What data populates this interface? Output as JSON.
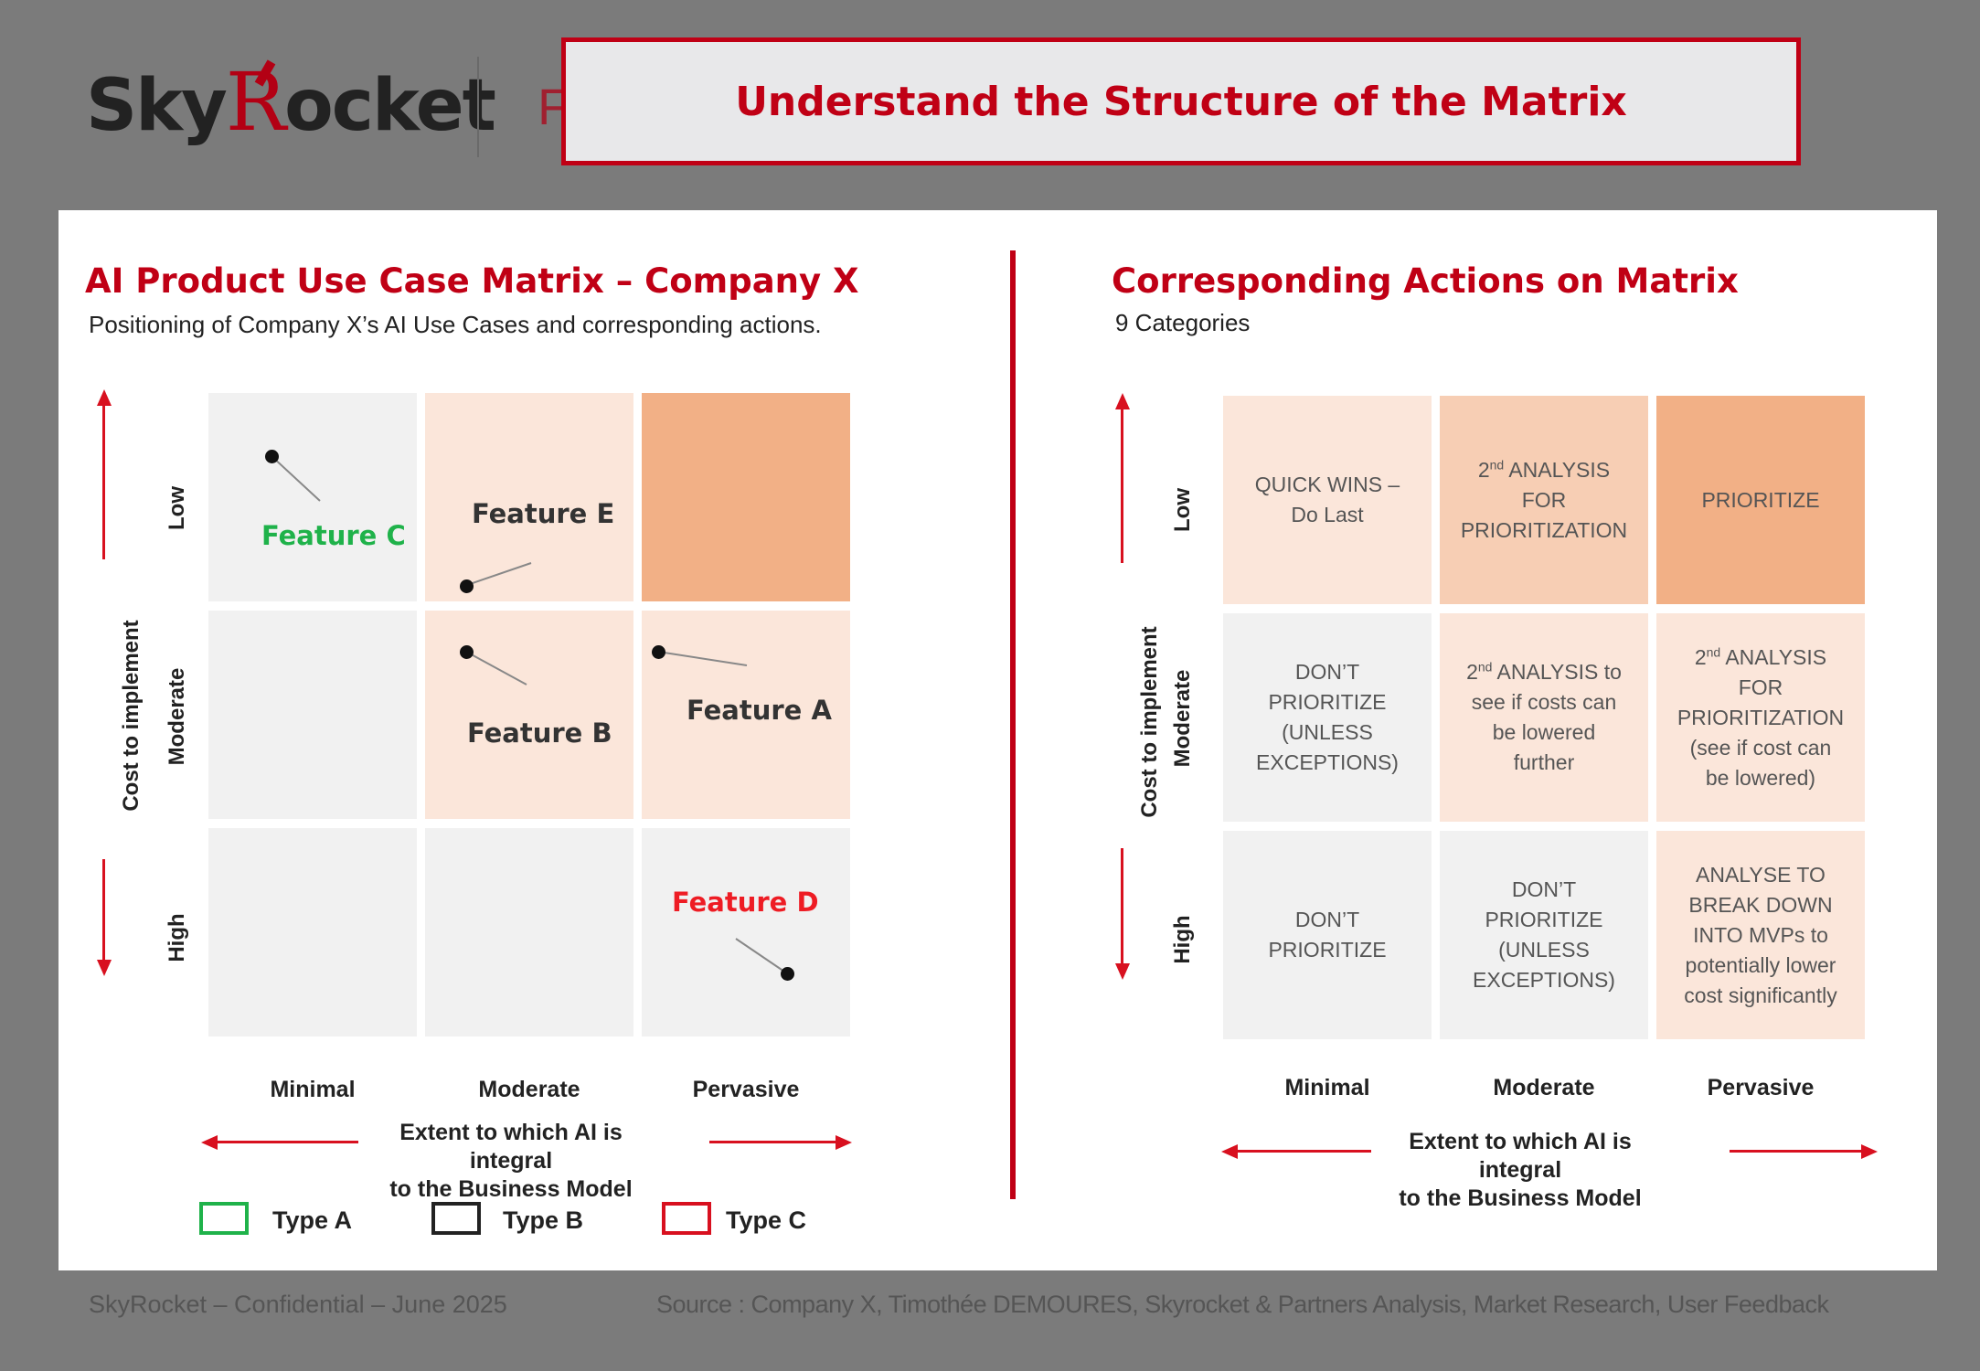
{
  "header": {
    "logo_left": "Sky",
    "logo_r": "R",
    "logo_right": "ocket",
    "hidden_letter": "F",
    "title": "Understand the Structure of the Matrix"
  },
  "left": {
    "title": "AI Product Use Case Matrix – Company X",
    "subtitle": "Positioning of Company X’s AI Use Cases and corresponding actions.",
    "y_axis_label": "Cost to implement",
    "rows": [
      "Low",
      "Moderate",
      "High"
    ],
    "columns": [
      "Minimal",
      "Moderate",
      "Pervasive"
    ],
    "x_axis_label_1": "Extent to which AI is integral",
    "x_axis_label_2": "to the Business Model",
    "features": {
      "c": "Feature C",
      "e": "Feature E",
      "b": "Feature B",
      "a": "Feature A",
      "d": "Feature D"
    },
    "legend": {
      "a": "Type A",
      "b": "Type B",
      "c": "Type C"
    }
  },
  "right": {
    "title": "Corresponding Actions on Matrix",
    "subtitle": "9 Categories",
    "y_axis_label": "Cost to implement",
    "rows": [
      "Low",
      "Moderate",
      "High"
    ],
    "columns": [
      "Minimal",
      "Moderate",
      "Pervasive"
    ],
    "x_axis_label_1": "Extent to which AI is integral",
    "x_axis_label_2": "to the Business Model",
    "actions": {
      "low_minimal_1": "QUICK WINS –",
      "low_minimal_2": "Do Last",
      "low_moderate_nd": "nd",
      "low_moderate_1": " ANALYSIS",
      "low_moderate_2": "FOR",
      "low_moderate_3": "PRIORITIZATION",
      "low_pervasive": "PRIORITIZE",
      "mod_minimal_1": "DON’T",
      "mod_minimal_2": "PRIORITIZE",
      "mod_minimal_3": "(UNLESS",
      "mod_minimal_4": "EXCEPTIONS)",
      "mod_moderate_1": " ANALYSIS to",
      "mod_moderate_2": "see if costs can",
      "mod_moderate_3": "be lowered",
      "mod_moderate_4": "further",
      "mod_pervasive_1": " ANALYSIS",
      "mod_pervasive_2": "FOR",
      "mod_pervasive_3": "PRIORITIZATION",
      "mod_pervasive_4": "(see if cost can",
      "mod_pervasive_5": "be lowered)",
      "high_minimal_1": "DON’T",
      "high_minimal_2": "PRIORITIZE",
      "high_moderate_1": "DON’T",
      "high_moderate_2": "PRIORITIZE",
      "high_moderate_3": "(UNLESS",
      "high_moderate_4": "EXCEPTIONS)",
      "high_pervasive_1": "ANALYSE TO",
      "high_pervasive_2": "BREAK DOWN",
      "high_pervasive_3": "INTO MVPs to",
      "high_pervasive_4": "potentially lower",
      "high_pervasive_5": "cost significantly"
    }
  },
  "footer": {
    "left": "SkyRocket – Confidential – June 2025",
    "right": "Source : Company X, Timothée DEMOURES, Skyrocket & Partners Analysis, Market Research, User Feedback"
  },
  "colors": {
    "brand_red": "#c00015",
    "type_a": "#1fb24a",
    "type_b": "#222222",
    "type_c": "#d8101f",
    "cell_gray": "#f1f1f1",
    "cell_light": "#fbe6da",
    "cell_mid": "#f7ceb4",
    "cell_dark": "#f2b086"
  }
}
